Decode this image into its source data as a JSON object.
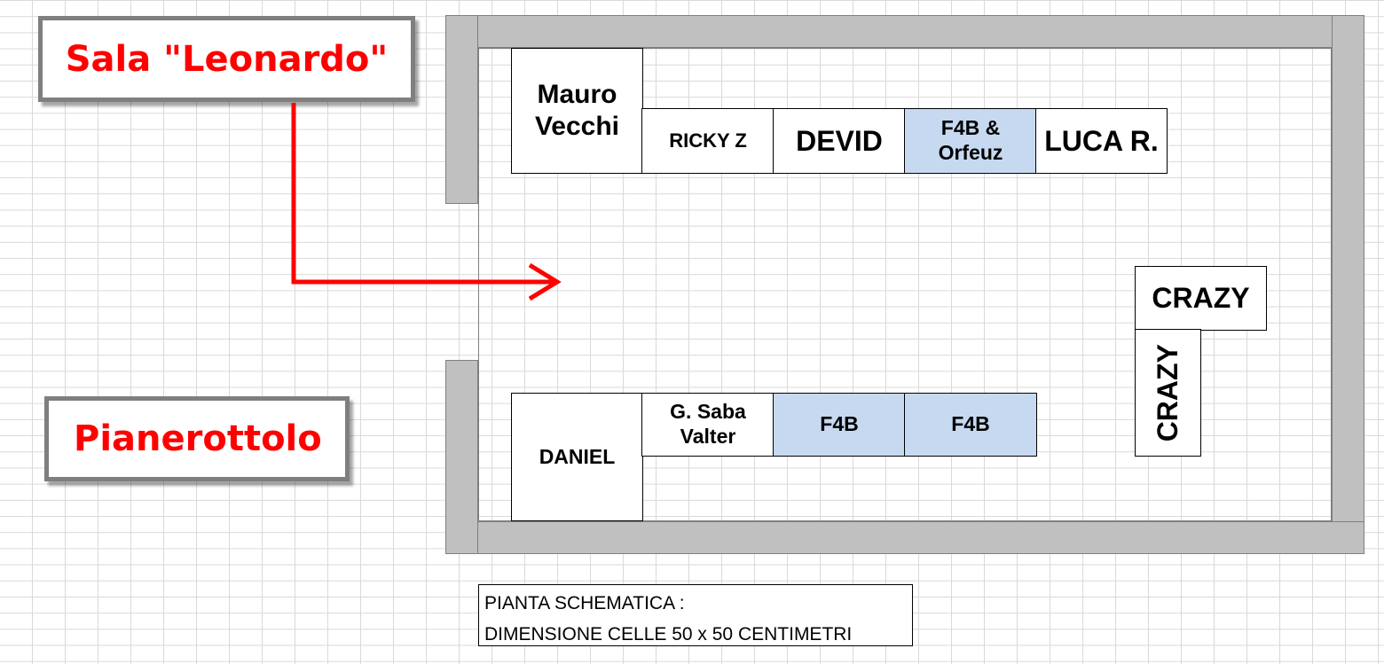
{
  "labels": {
    "room_name": "Sala \"Leonardo\"",
    "landing": "Pianerottolo"
  },
  "tables_top": {
    "mauro": "Mauro Vecchi",
    "ricky": "RICKY Z",
    "devid": "DEVID",
    "f4b_orfeuz": "F4B & Orfeuz",
    "luca": "LUCA R."
  },
  "tables_bottom": {
    "daniel": "DANIEL",
    "saba": "G. Saba Valter",
    "f4b_1": "F4B",
    "f4b_2": "F4B"
  },
  "tables_right": {
    "crazy_h": "CRAZY",
    "crazy_v": "CRAZY"
  },
  "note": {
    "line1": "PIANTA SCHEMATICA :",
    "line2": "DIMENSIONE CELLE 50 x 50 CENTIMETRI"
  },
  "colors": {
    "label_text": "#ff0000",
    "arrow": "#ff0000",
    "wall": "#c0c0c0",
    "table_highlight": "#c6d9f0"
  },
  "icons": {
    "entrance_arrow": "arrow-right"
  }
}
